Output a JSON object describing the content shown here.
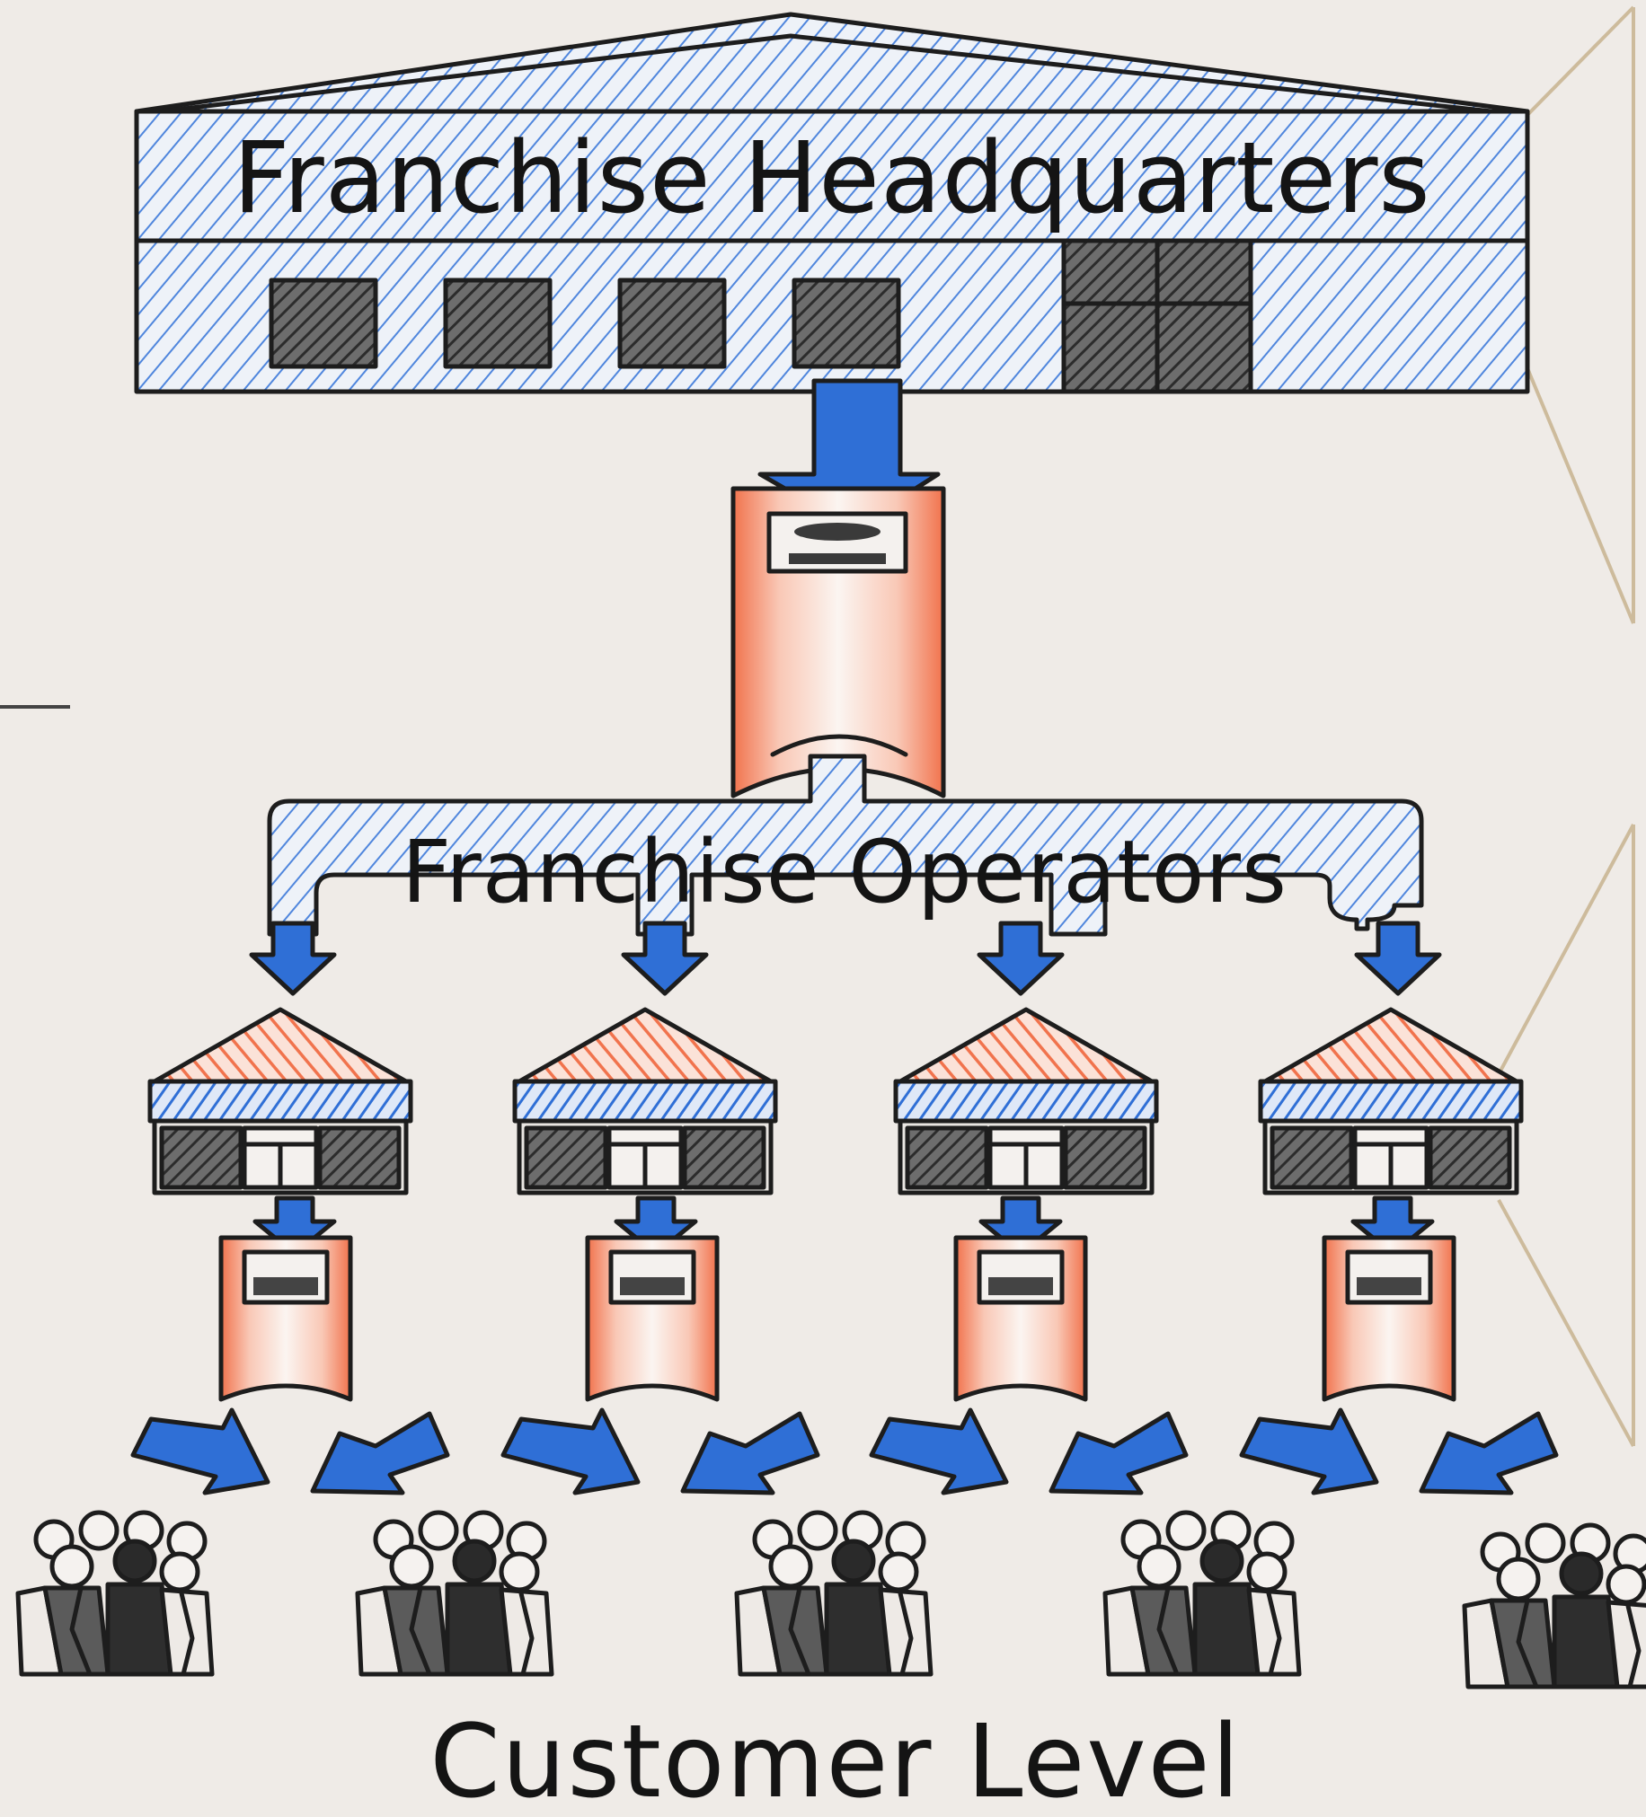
{
  "labels": {
    "headquarters": "Franchise Headquarters",
    "operators": "Franchise Operators",
    "customers": "Customer Level"
  },
  "colors": {
    "background": "#efebe7",
    "blue": "#2f6fd6",
    "orange": "#f1734d",
    "dark_gray": "#4a4a4a",
    "ink": "#1d1d1d",
    "callout_line": "#cdbb9c"
  },
  "structure": {
    "branch_stores": 4,
    "customer_groups": 5
  }
}
